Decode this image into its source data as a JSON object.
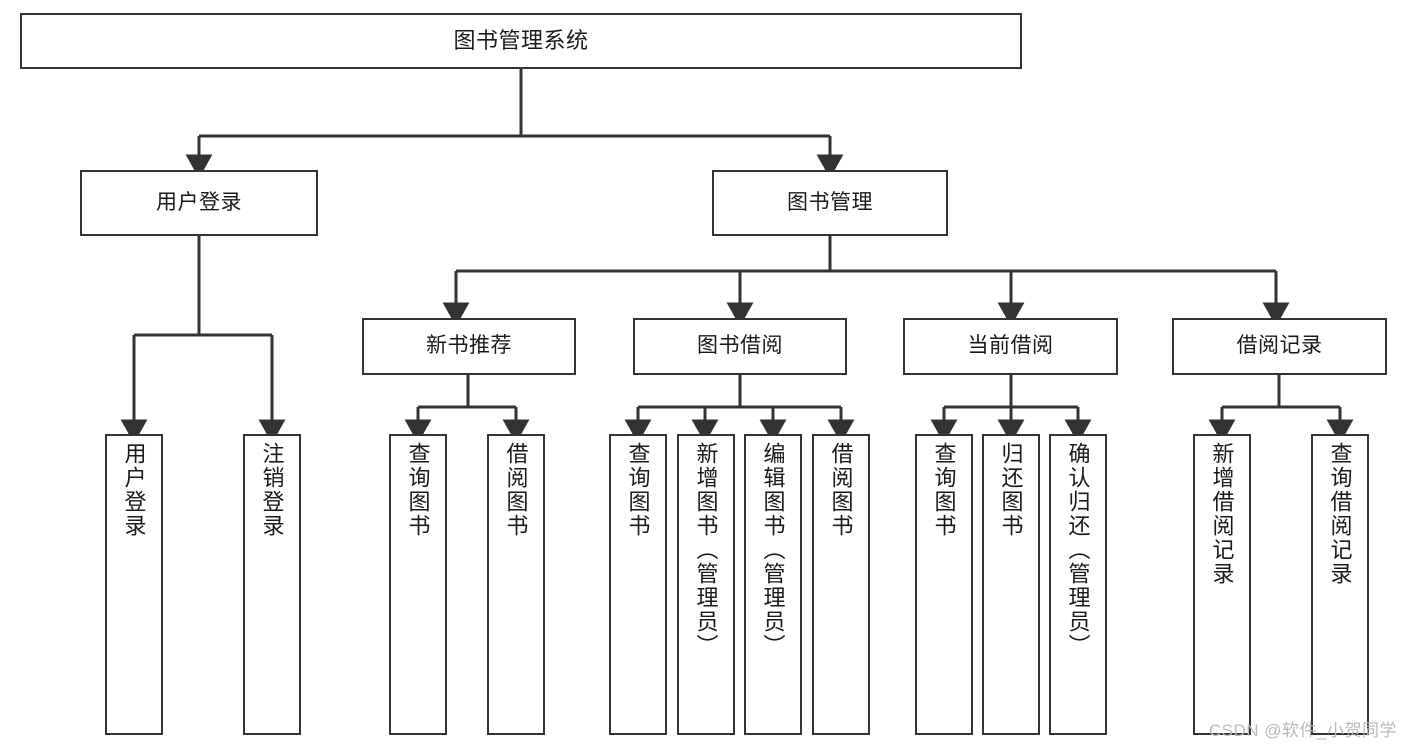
{
  "diagram": {
    "title": "图书管理系统",
    "watermark": "CSDN @软件_小贺同学",
    "line_color": "#333333",
    "box_border_color": "#333333",
    "box_fill_color": "#ffffff",
    "text_color": "#1a1a1a",
    "nodes": {
      "root": {
        "label": "图书管理系统"
      },
      "level1": [
        {
          "label": "用户登录"
        },
        {
          "label": "图书管理"
        }
      ],
      "level2": [
        {
          "label": "新书推荐"
        },
        {
          "label": "图书借阅"
        },
        {
          "label": "当前借阅"
        },
        {
          "label": "借阅记录"
        }
      ],
      "leaves": {
        "user_login": [
          {
            "label": "用户登录"
          },
          {
            "label": "注销登录"
          }
        ],
        "new_book": [
          {
            "label": "查询图书"
          },
          {
            "label": "借阅图书"
          }
        ],
        "book_borrow": [
          {
            "label": "查询图书"
          },
          {
            "label": "新增图书（管理员）"
          },
          {
            "label": "编辑图书（管理员）"
          },
          {
            "label": "借阅图书"
          }
        ],
        "current_borrow": [
          {
            "label": "查询图书"
          },
          {
            "label": "归还图书"
          },
          {
            "label": "确认归还（管理员）"
          }
        ],
        "borrow_record": [
          {
            "label": "新增借阅记录"
          },
          {
            "label": "查询借阅记录"
          }
        ]
      }
    }
  }
}
